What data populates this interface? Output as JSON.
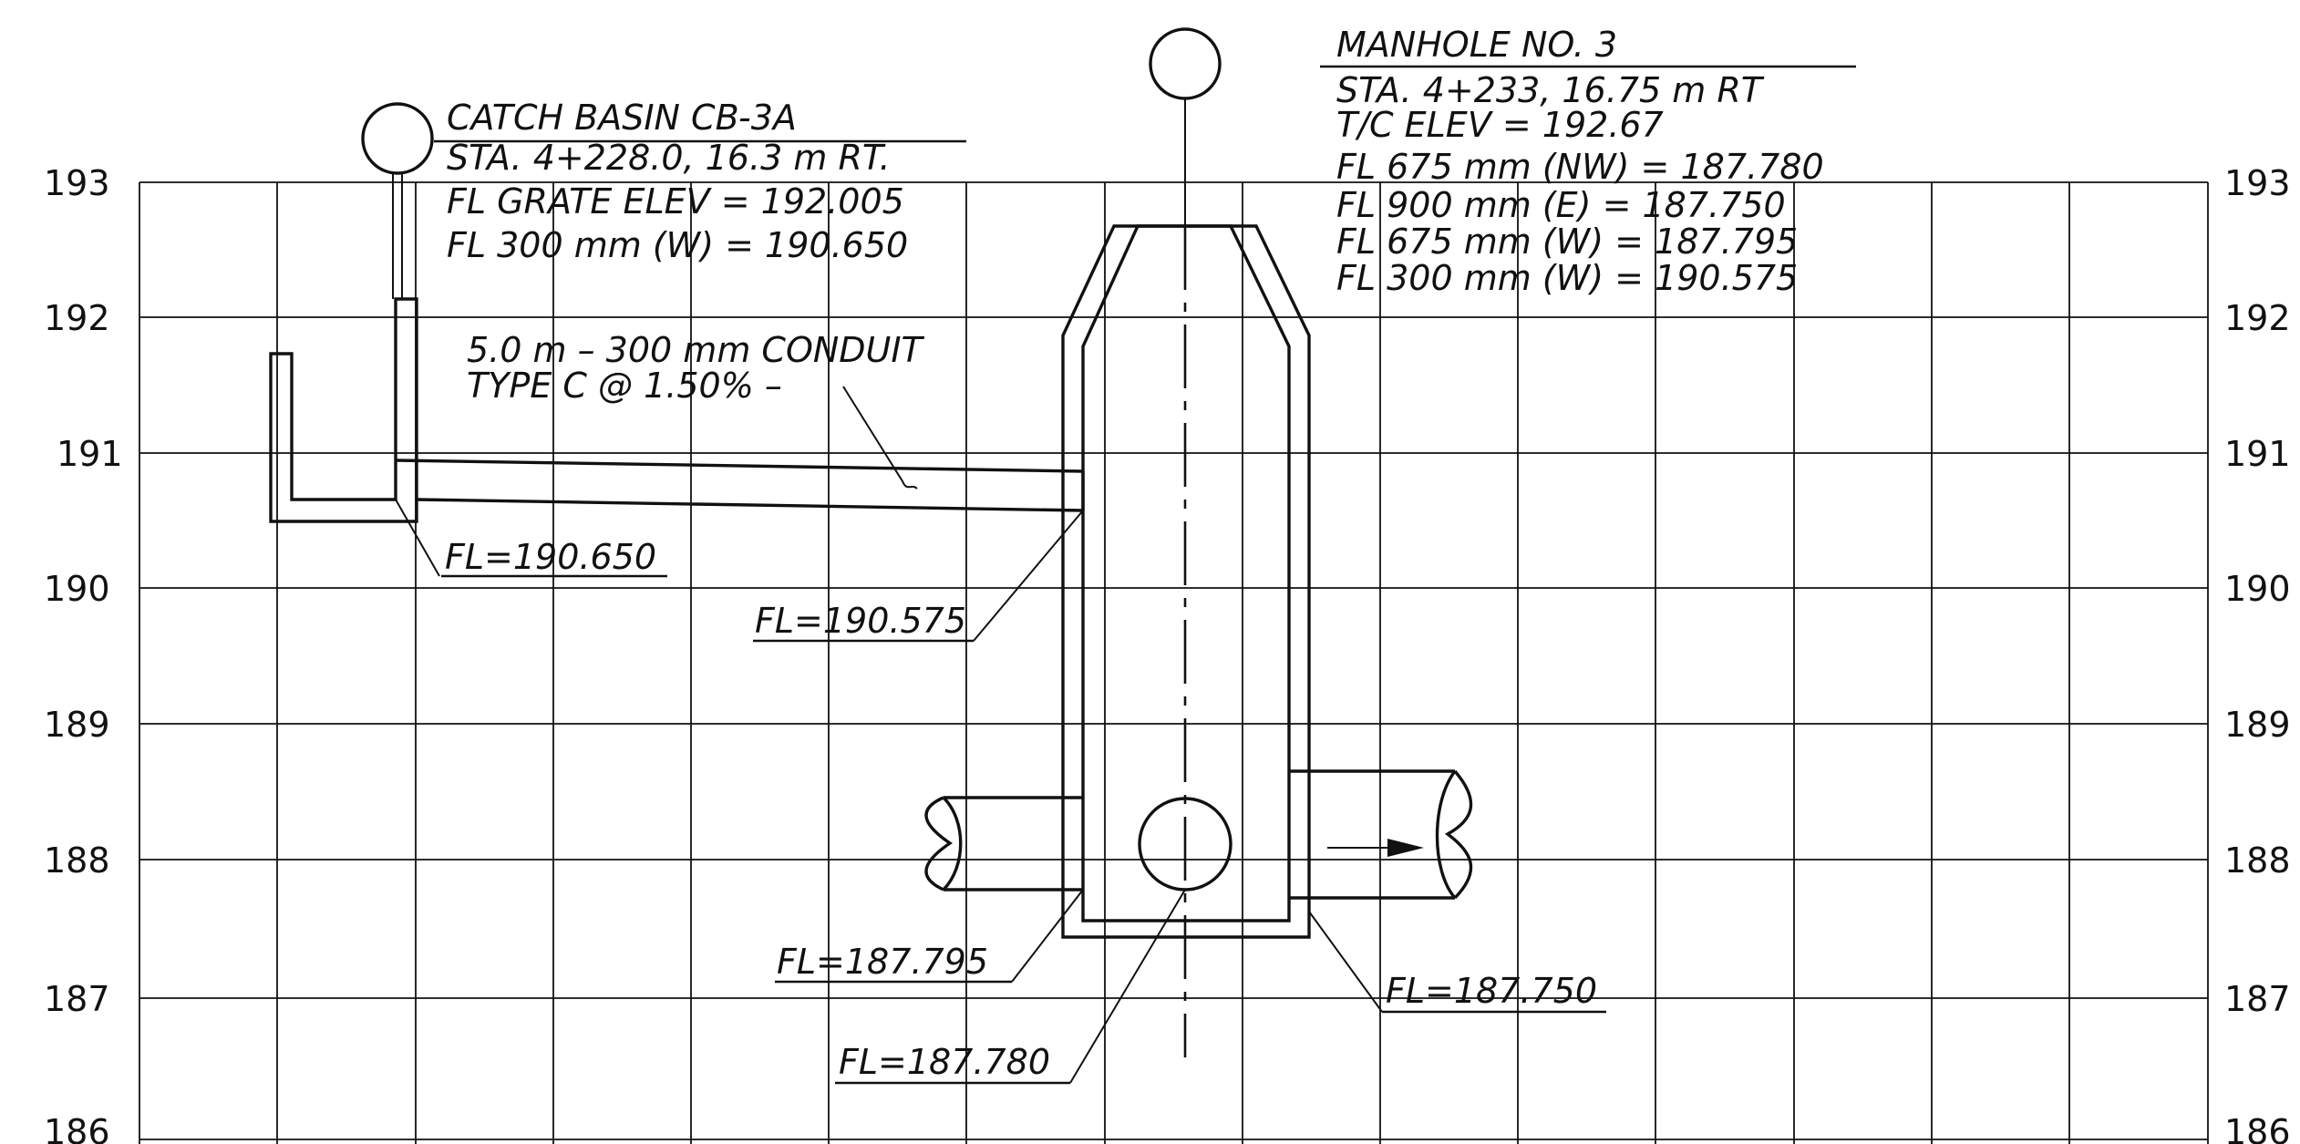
{
  "colors": {
    "ink": "#111111",
    "paper": "#ffffff"
  },
  "axes": {
    "left_labels": [
      "193",
      "192",
      "191",
      "190",
      "189",
      "188",
      "187",
      "186"
    ],
    "right_labels": [
      "193",
      "192",
      "191",
      "190",
      "189",
      "188",
      "187",
      "186"
    ]
  },
  "catch_basin": {
    "title": "CATCH BASIN CB-3A",
    "station": "STA. 4+228.0, 16.3 m RT.",
    "grate_elev": "FL GRATE ELEV = 192.005",
    "fl_west": "FL 300 mm (W) = 190.650"
  },
  "manhole": {
    "title": "MANHOLE NO. 3",
    "station": "STA. 4+233,  16.75 m RT",
    "tc_elev": "T/C ELEV = 192.67",
    "fl_nw": "FL 675 mm (NW) = 187.780",
    "fl_e": "FL 900 mm (E) = 187.750",
    "fl_w": "FL 675 mm (W) = 187.795",
    "fl_w300": "FL 300 mm (W) = 190.575"
  },
  "conduit": {
    "line1": "5.0 m – 300 mm CONDUIT",
    "line2": "TYPE C @ 1.50% –"
  },
  "callouts": {
    "fl_190650": "FL=190.650",
    "fl_190575": "FL=190.575",
    "fl_187795": "FL=187.795",
    "fl_187750": "FL=187.750",
    "fl_187780": "FL=187.780"
  }
}
